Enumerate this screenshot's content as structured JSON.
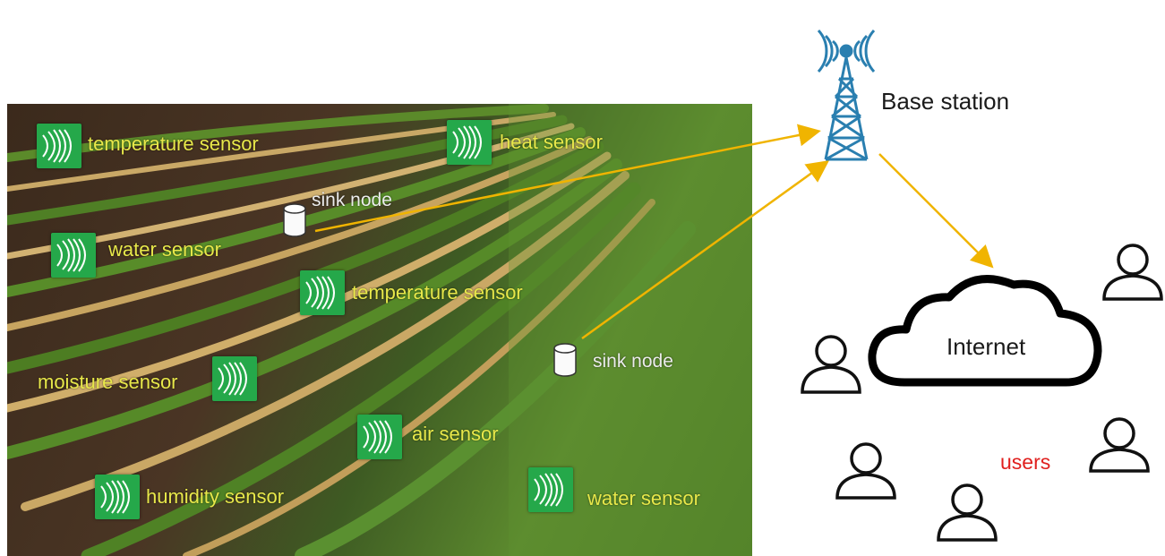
{
  "sensors": [
    {
      "label": "temperature  sensor"
    },
    {
      "label": "heat sensor"
    },
    {
      "label": "water sensor"
    },
    {
      "label": "temperature  sensor"
    },
    {
      "label": "moisture sensor"
    },
    {
      "label": "air sensor"
    },
    {
      "label": "humidity sensor"
    },
    {
      "label": "water sensor"
    }
  ],
  "sink_nodes": [
    {
      "label": "sink node"
    },
    {
      "label": "sink node"
    }
  ],
  "base_station": {
    "label": "Base station",
    "icon": "antenna-tower-icon"
  },
  "internet": {
    "label": "Internet",
    "icon": "cloud-icon"
  },
  "users": {
    "label": "users",
    "icon": "user-icon"
  },
  "colors": {
    "sensor_label": "#e8e84a",
    "sensor_icon": "#25a84a",
    "arrow": "#f0b400",
    "tower": "#2a7fb0",
    "users_label": "#e0201e"
  }
}
